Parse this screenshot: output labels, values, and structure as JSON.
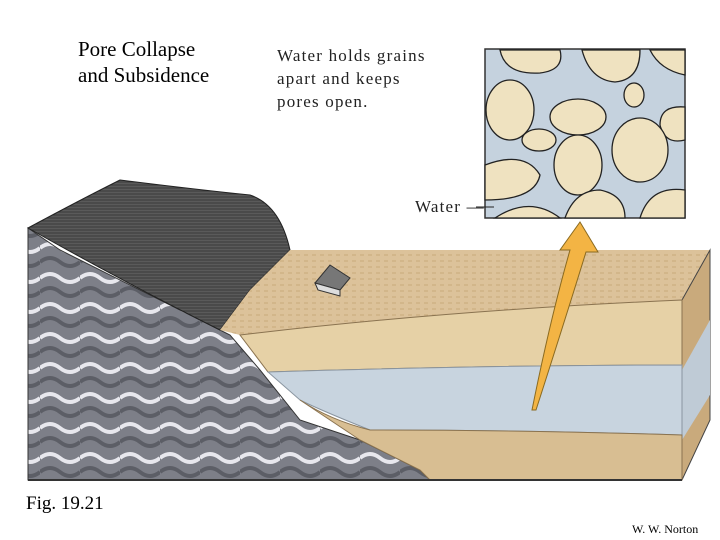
{
  "title": {
    "line1": "Pore Collapse",
    "line2": "and Subsidence"
  },
  "note": {
    "line1": "Water holds grains",
    "line2": "apart and keeps",
    "line3": "pores open."
  },
  "inset": {
    "water_label": "Water —"
  },
  "caption": {
    "figure": "Fig. 19.21",
    "credit": "W. W. Norton"
  },
  "colors": {
    "water": "#c5d2de",
    "grain": "#efe2c0",
    "sand": "#d9bf95",
    "arrow": "#f3b444",
    "bedrock": "#8a8c94"
  }
}
